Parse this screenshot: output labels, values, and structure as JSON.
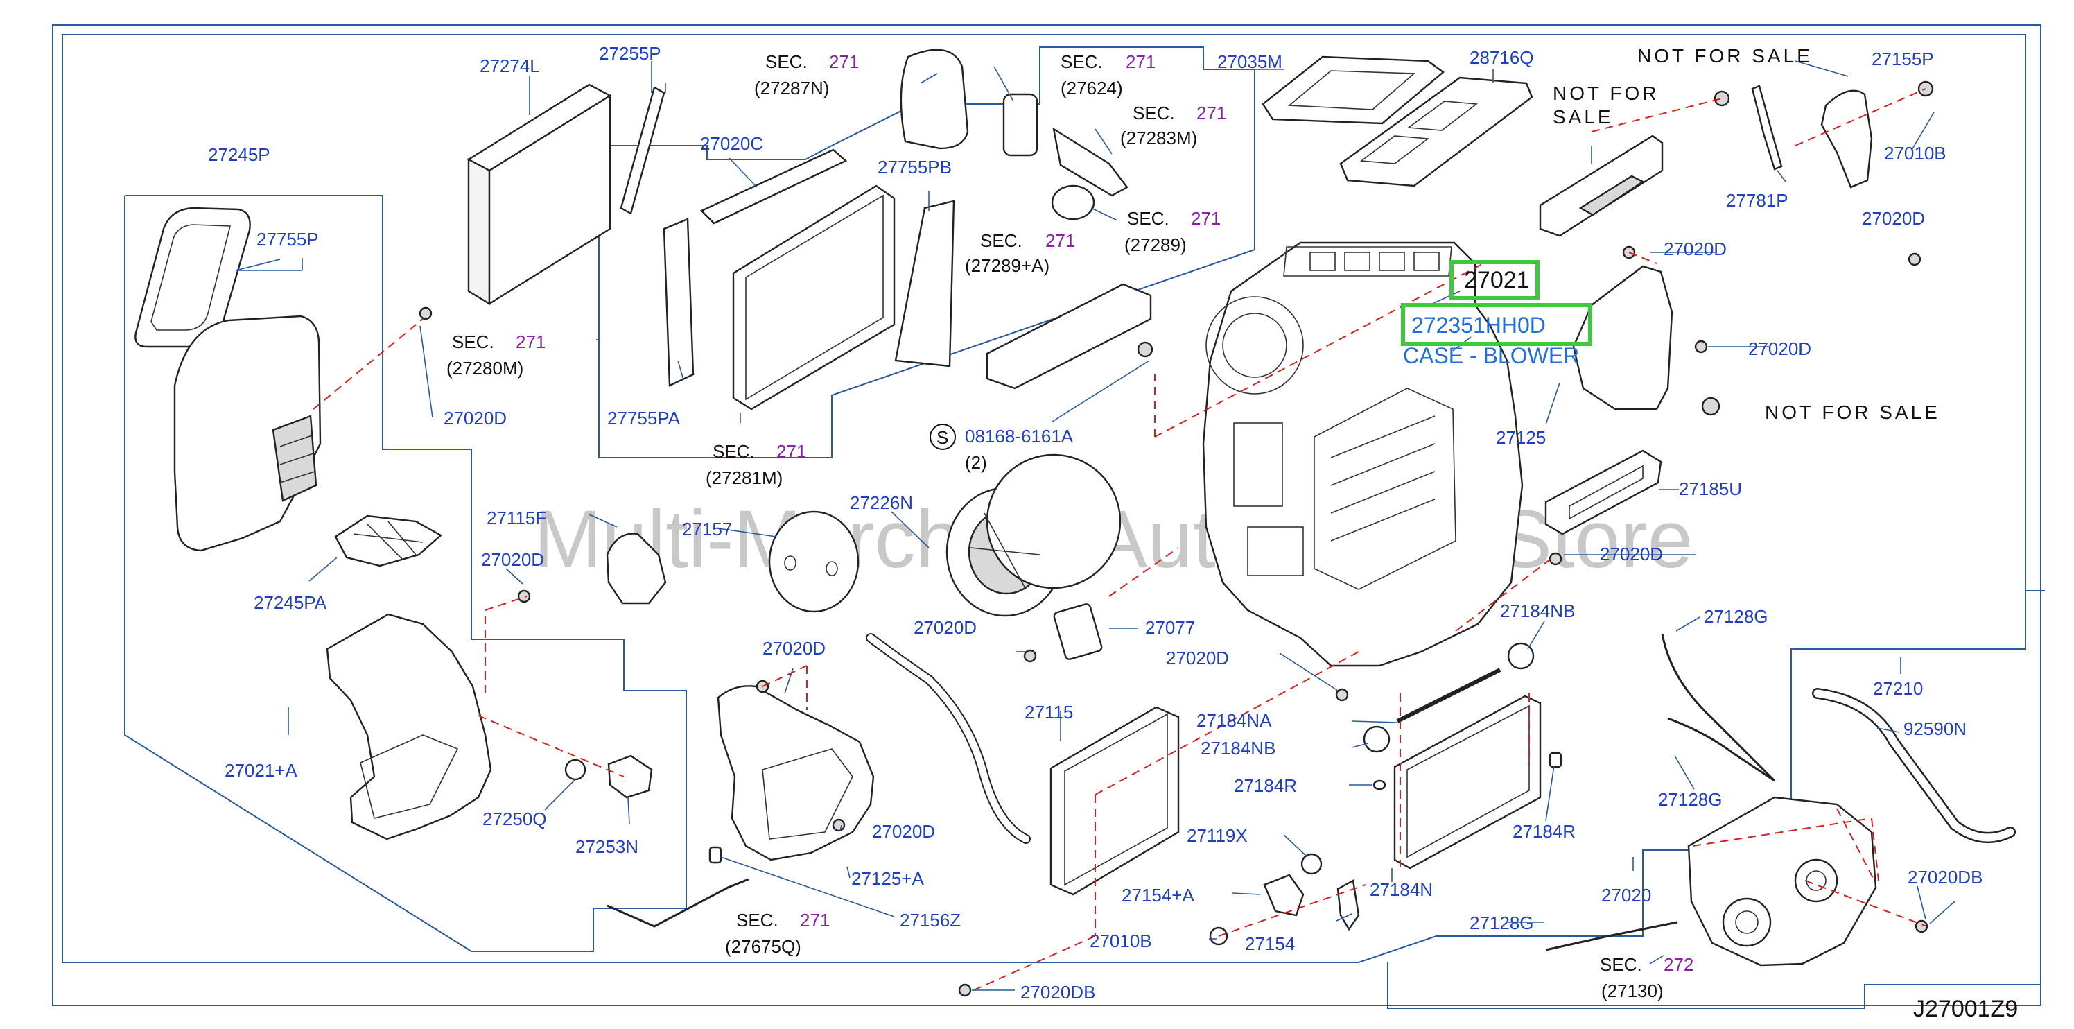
{
  "diagram_code": "J27001Z9",
  "watermark": "Multi-Merchant Auto Parts Store",
  "highlight": {
    "part_number": "27021",
    "oem_code": "272351HH0D",
    "description": "CASE - BLOWER"
  },
  "not_for_sale": "NOT FOR SALE",
  "not_for": "NOT FOR",
  "sale": "SALE",
  "sec_prefix": "SEC.",
  "sections": [
    {
      "num": "271",
      "ref": "(27287N)"
    },
    {
      "num": "271",
      "ref": "(27624)"
    },
    {
      "num": "271",
      "ref": "(27283M)"
    },
    {
      "num": "271",
      "ref": "(27289)"
    },
    {
      "num": "271",
      "ref": "(27289+A)"
    },
    {
      "num": "271",
      "ref": "(27280M)"
    },
    {
      "num": "271",
      "ref": "(27281M)"
    },
    {
      "num": "271",
      "ref": "(27675Q)"
    },
    {
      "num": "272",
      "ref": "(27130)"
    }
  ],
  "screw_ref": {
    "symbol": "S",
    "number": "08168-6161A",
    "qty": "(2)"
  },
  "labels": [
    "27274L",
    "27255P",
    "27245P",
    "27755P",
    "27020C",
    "27755PB",
    "27755PA",
    "27020D",
    "27035M",
    "28716Q",
    "27155P",
    "27010B",
    "27781P",
    "27020D",
    "27020D",
    "27020D",
    "27125",
    "27185U",
    "27020D",
    "27226N",
    "27157",
    "27115F",
    "27020D",
    "27245PA",
    "27020D",
    "27077",
    "27020D",
    "27184NB",
    "27128G",
    "27210",
    "92590N",
    "27020D",
    "27115",
    "27184NA",
    "27184NB",
    "27184R",
    "27184R",
    "27128G",
    "27021+A",
    "27250Q",
    "27253N",
    "27020D",
    "27125+A",
    "27119X",
    "27184N",
    "27020",
    "27154+A",
    "27156Z",
    "27010B",
    "27154",
    "27128G",
    "27020DB",
    "27020DB"
  ]
}
